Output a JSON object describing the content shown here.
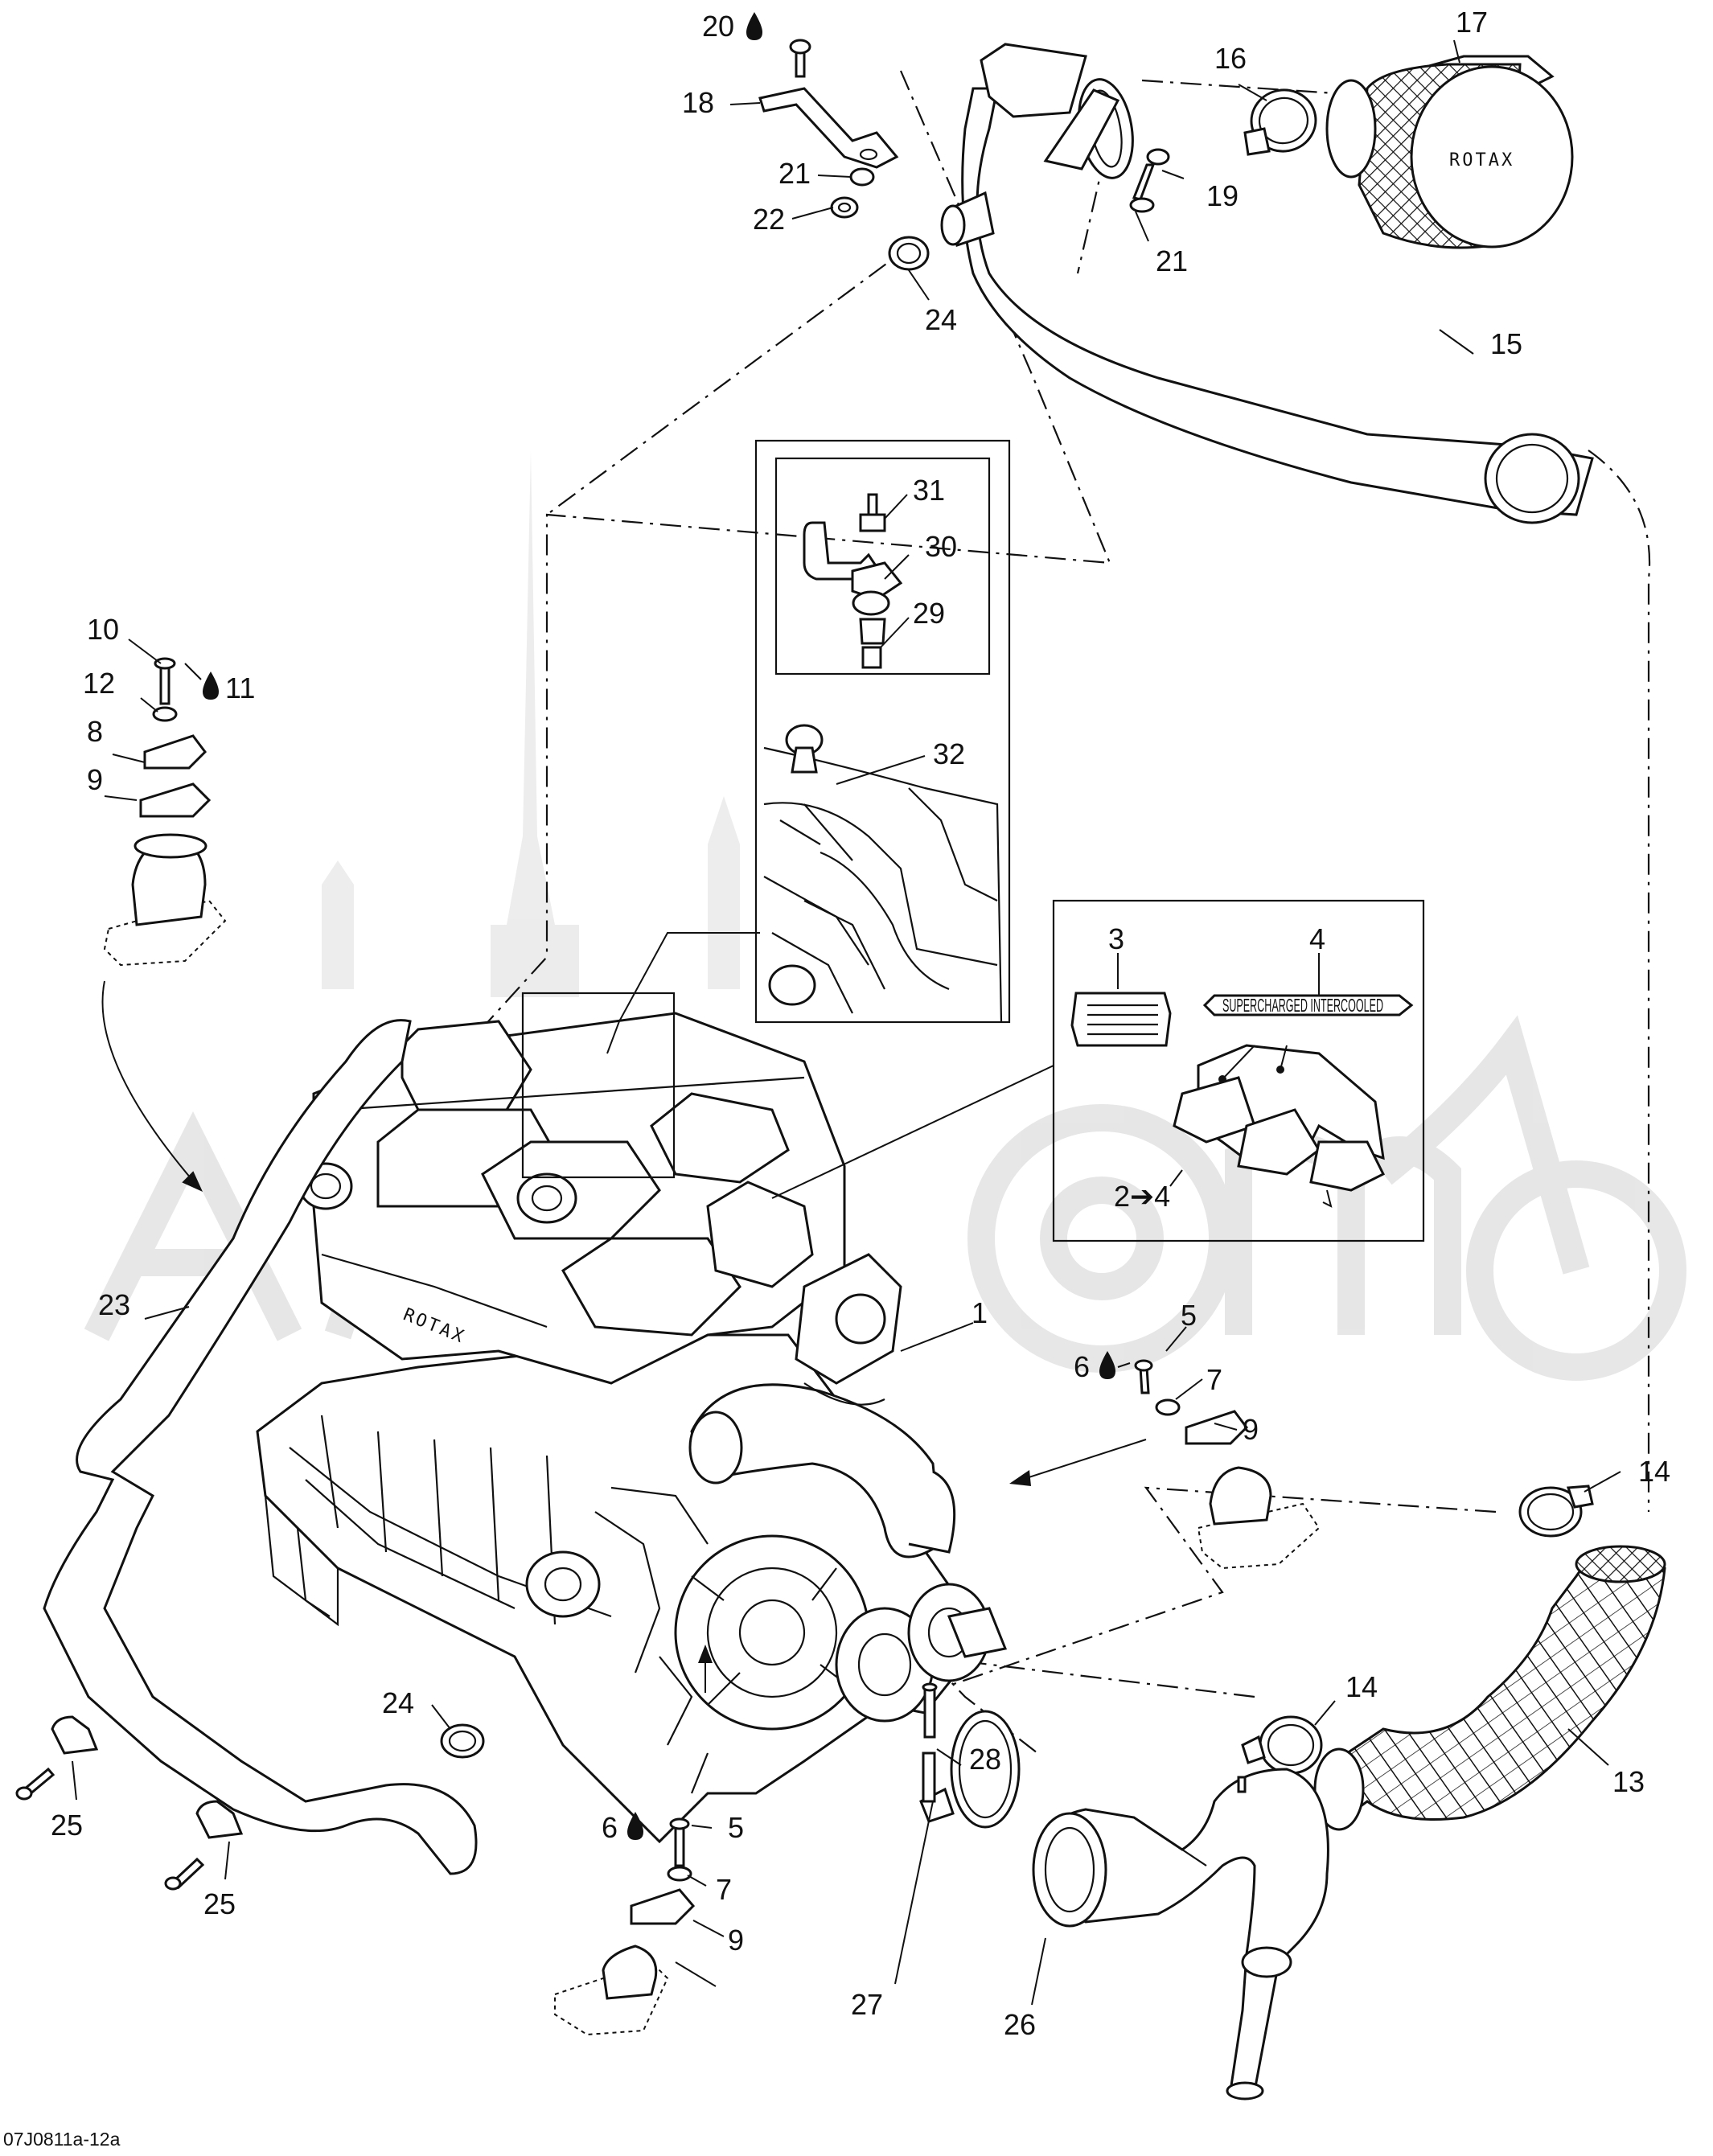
{
  "diagram": {
    "drawing_code": "07J0811a-12a",
    "brand_marks": {
      "cover": "ROTAX",
      "filter": "ROTAX",
      "decal_4": "SUPERCHARGED INTERCOOLED"
    },
    "callouts": [
      {
        "id": "c1",
        "text": "1"
      },
      {
        "id": "c3",
        "text": "3"
      },
      {
        "id": "c4",
        "text": "4"
      },
      {
        "id": "c24r",
        "text": "2➔4"
      },
      {
        "id": "c5a",
        "text": "5"
      },
      {
        "id": "c6a",
        "text": "6"
      },
      {
        "id": "c7a",
        "text": "7"
      },
      {
        "id": "c9a",
        "text": "9"
      },
      {
        "id": "c5b",
        "text": "5"
      },
      {
        "id": "c6b",
        "text": "6"
      },
      {
        "id": "c7b",
        "text": "7"
      },
      {
        "id": "c9b",
        "text": "9"
      },
      {
        "id": "c8",
        "text": "8"
      },
      {
        "id": "c9c",
        "text": "9"
      },
      {
        "id": "c10",
        "text": "10"
      },
      {
        "id": "c11",
        "text": "11"
      },
      {
        "id": "c12",
        "text": "12"
      },
      {
        "id": "c13",
        "text": "13"
      },
      {
        "id": "c14a",
        "text": "14"
      },
      {
        "id": "c14b",
        "text": "14"
      },
      {
        "id": "c15",
        "text": "15"
      },
      {
        "id": "c16",
        "text": "16"
      },
      {
        "id": "c17",
        "text": "17"
      },
      {
        "id": "c18",
        "text": "18"
      },
      {
        "id": "c19",
        "text": "19"
      },
      {
        "id": "c20",
        "text": "20"
      },
      {
        "id": "c21a",
        "text": "21"
      },
      {
        "id": "c21b",
        "text": "21"
      },
      {
        "id": "c22",
        "text": "22"
      },
      {
        "id": "c23",
        "text": "23"
      },
      {
        "id": "c24a",
        "text": "24"
      },
      {
        "id": "c24b",
        "text": "24"
      },
      {
        "id": "c25a",
        "text": "25"
      },
      {
        "id": "c25b",
        "text": "25"
      },
      {
        "id": "c26",
        "text": "26"
      },
      {
        "id": "c27",
        "text": "27"
      },
      {
        "id": "c28",
        "text": "28"
      },
      {
        "id": "c29",
        "text": "29"
      },
      {
        "id": "c30",
        "text": "30"
      },
      {
        "id": "c31",
        "text": "31"
      },
      {
        "id": "c32",
        "text": "32"
      }
    ]
  }
}
